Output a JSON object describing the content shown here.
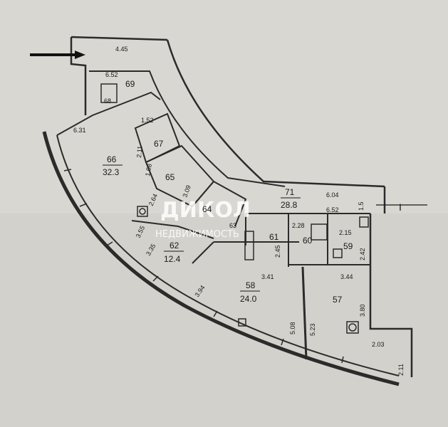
{
  "rooms": [
    {
      "id": "66",
      "area": "32.3"
    },
    {
      "id": "65",
      "area": ""
    },
    {
      "id": "67",
      "area": ""
    },
    {
      "id": "69",
      "area": ""
    },
    {
      "id": "68",
      "area": ""
    },
    {
      "id": "64",
      "area": ""
    },
    {
      "id": "63",
      "area": ""
    },
    {
      "id": "62",
      "area": "12.4"
    },
    {
      "id": "61",
      "area": ""
    },
    {
      "id": "60",
      "area": ""
    },
    {
      "id": "59",
      "area": ""
    },
    {
      "id": "58",
      "area": "24.0"
    },
    {
      "id": "57",
      "area": ""
    },
    {
      "id": "71",
      "area": "28.8"
    }
  ],
  "dimensions": {
    "d_445": "4.45",
    "d_652_top": "6.52",
    "d_631": "6.31",
    "d_152": "1.52",
    "d_211": "2.11",
    "d_108": "1.08",
    "d_309": "3.09",
    "d_264": "2.64",
    "d_355": "3.55",
    "d_335": "3.35",
    "d_394": "3.94",
    "d_604": "6.04",
    "d_652_right": "6.52",
    "d_15": "1.5",
    "d_228": "2.28",
    "d_215": "2.15",
    "d_245": "2.45",
    "d_242": "2.42",
    "d_341": "3.41",
    "d_344": "3.44",
    "d_380": "3.80",
    "d_508": "5.08",
    "d_523": "5.23",
    "d_203": "2.03",
    "d_211_r": "2.11"
  },
  "section_marker": "I",
  "watermark": {
    "line1": "ДИКОЛ",
    "line2": "НЕДВИЖИМОСТЬ"
  },
  "colors": {
    "paper": "#d9d7d1",
    "ink": "#1a1a1a",
    "wall": "#2b2b2b"
  }
}
